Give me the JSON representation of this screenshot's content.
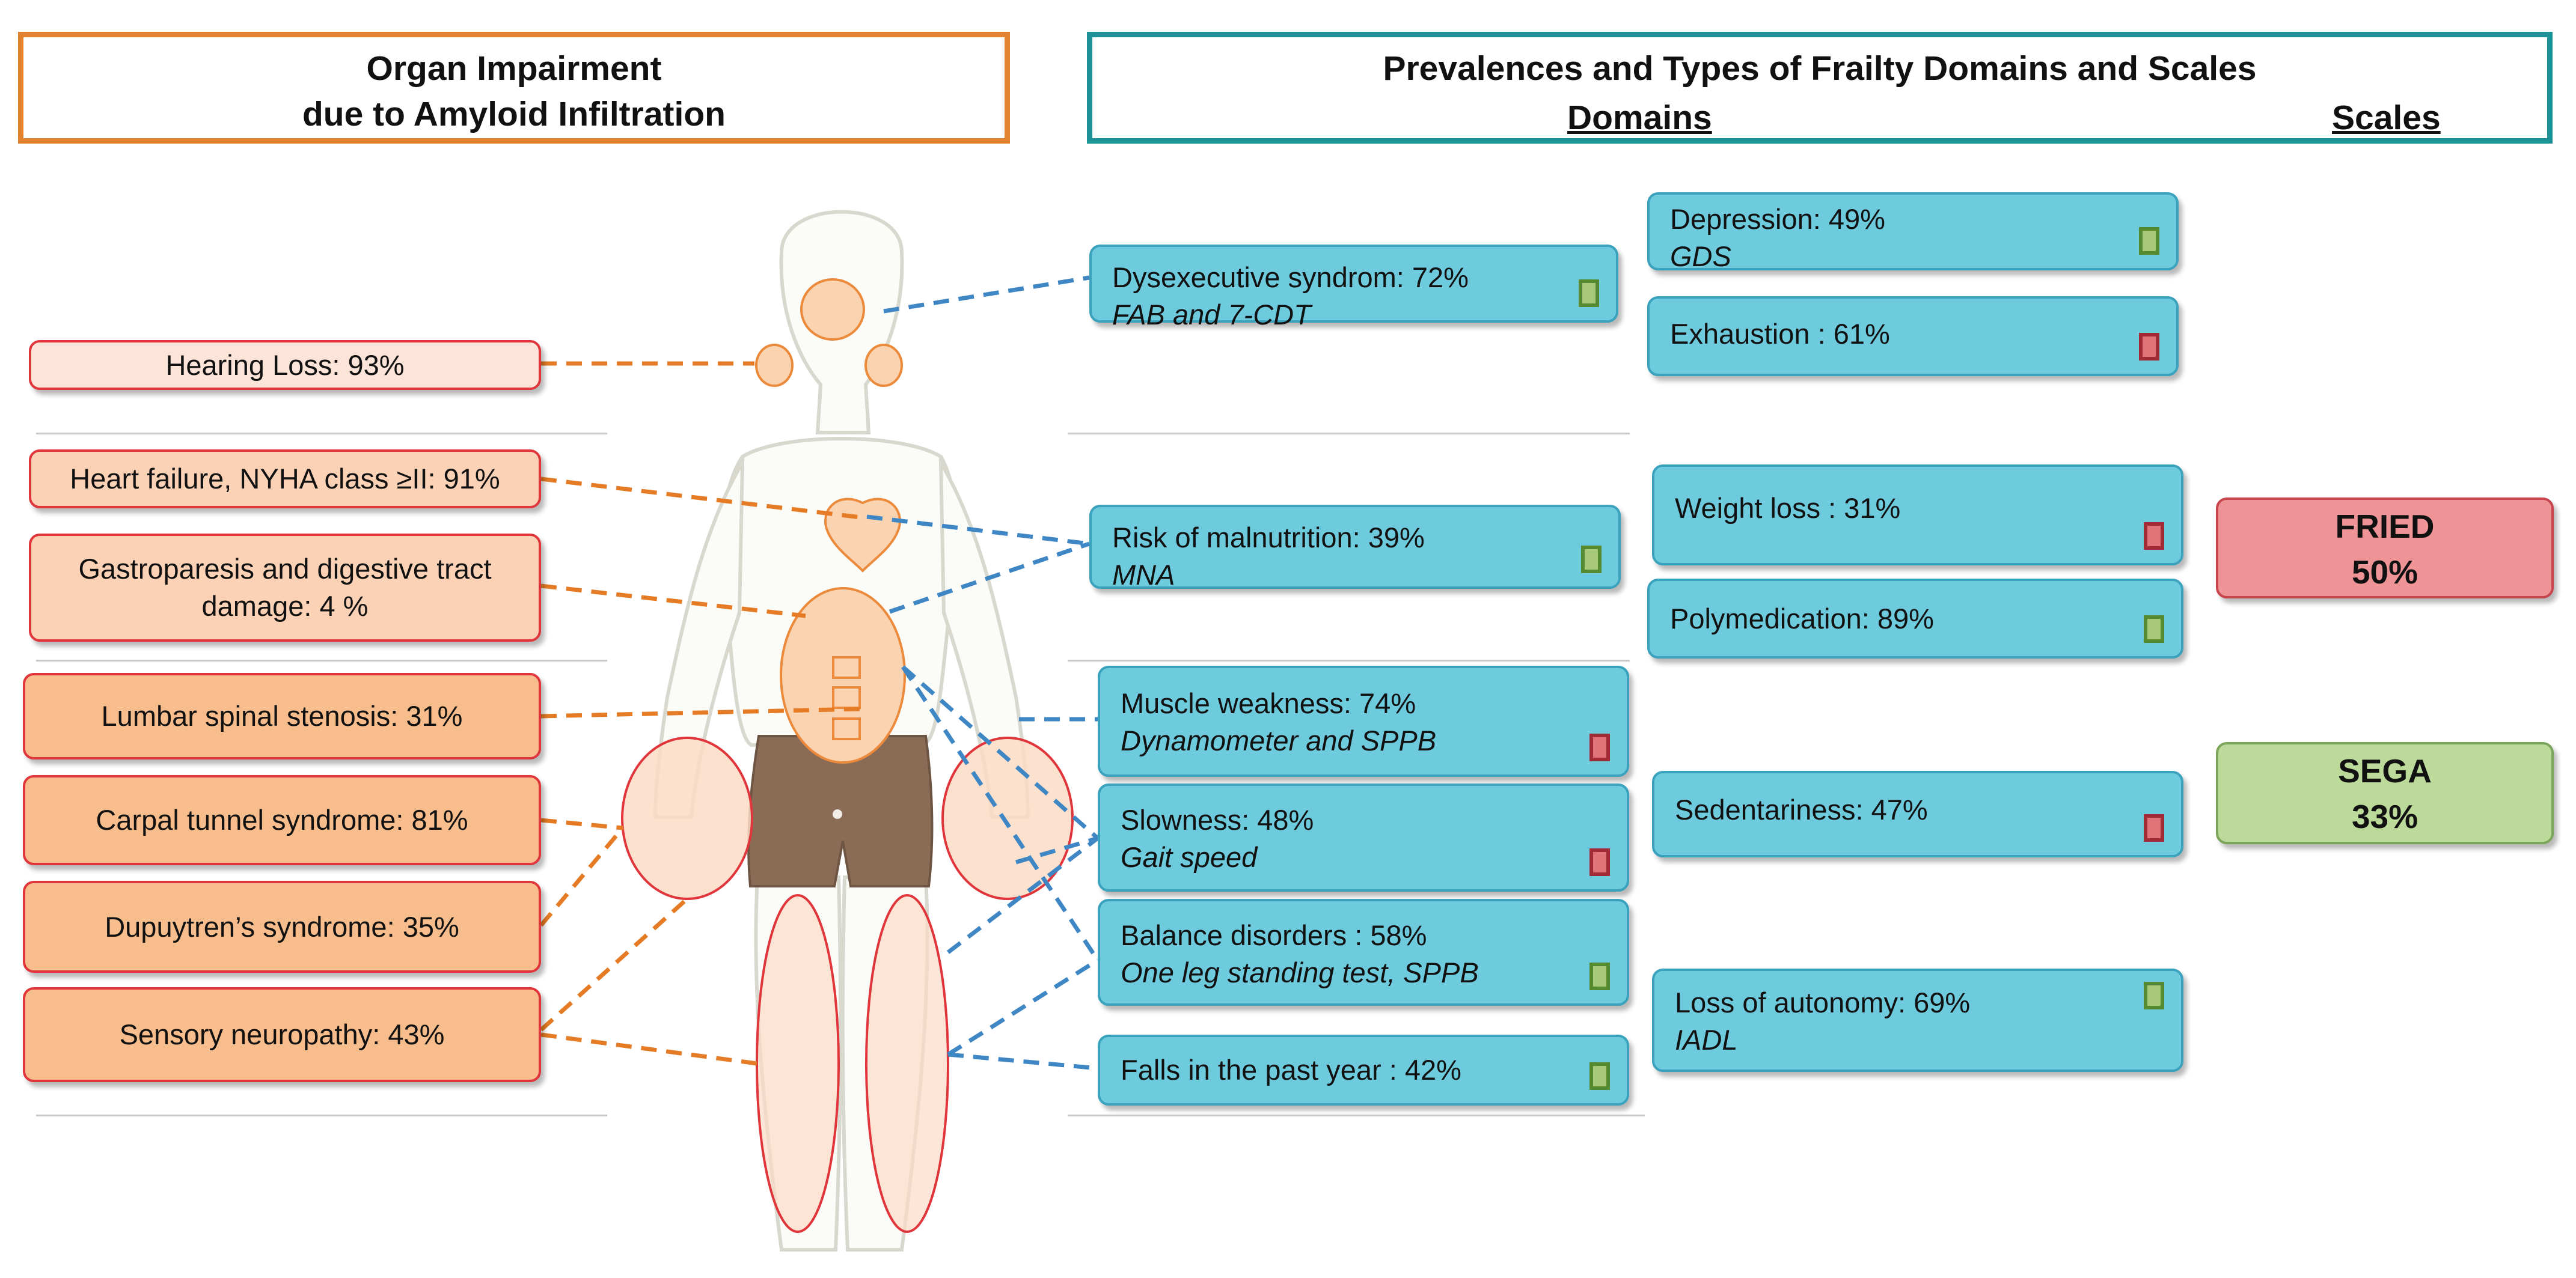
{
  "left_header": {
    "line1": "Organ Impairment",
    "line2": "due to Amyloid Infiltration"
  },
  "right_header": {
    "title": "Prevalences and Types of Frailty Domains and Scales",
    "domains_label": "Domains",
    "scales_label": "Scales"
  },
  "organ_boxes": {
    "hearing": "Hearing Loss: 93%",
    "heart": "Heart failure, NYHA class ≥II: 91%",
    "gastro": "Gastroparesis and digestive  tract damage: 4 %",
    "lumbar": "Lumbar spinal stenosis: 31%",
    "carpal": "Carpal tunnel syndrome: 81%",
    "dupuytren": "Dupuytren’s syndrome:  35%",
    "neuropathy": "Sensory neuropathy:  43%"
  },
  "domains": {
    "dysexecutive": {
      "label": "Dysexecutive syndrom:  72%",
      "scale": "FAB and 7-CDT",
      "marker": "green"
    },
    "malnutrition": {
      "label": "Risk of malnutrition:  39%",
      "scale": "MNA",
      "marker": "green"
    },
    "muscle": {
      "label": "Muscle weakness: 74%",
      "scale": "Dynamometer and SPPB",
      "marker": "red"
    },
    "slowness": {
      "label": "Slowness: 48%",
      "scale": "Gait speed",
      "marker": "red"
    },
    "balance": {
      "label": "Balance disorders :  58%",
      "scale": "One leg standing test, SPPB",
      "marker": "green"
    },
    "falls": {
      "label": "Falls in the past year :  42%",
      "marker": "green"
    },
    "depression": {
      "label": "Depression: 49%",
      "scale": "GDS",
      "marker": "green"
    },
    "exhaustion": {
      "label": "Exhaustion : 61%",
      "marker": "red"
    },
    "weight": {
      "label": "Weight loss : 31%",
      "marker": "red"
    },
    "polymedication": {
      "label": "Polymedication: 89%",
      "marker": "green"
    },
    "sedentariness": {
      "label": "Sedentariness: 47%",
      "marker": "red"
    },
    "autonomy": {
      "label": "Loss of autonomy:  69%",
      "scale": "IADL",
      "marker": "green"
    }
  },
  "results": {
    "fried": {
      "name": "FRIED",
      "value": "50%",
      "color": "#ee9496"
    },
    "sega": {
      "name": "SEGA",
      "value": "33%",
      "color": "#bcda9a"
    }
  },
  "colors": {
    "organ_header": "#e3832f",
    "frailty_header": "#1d9296",
    "domain_box": "#6ecbdd",
    "organ_connector": "#e57c25",
    "domain_connector": "#3f86c4"
  }
}
